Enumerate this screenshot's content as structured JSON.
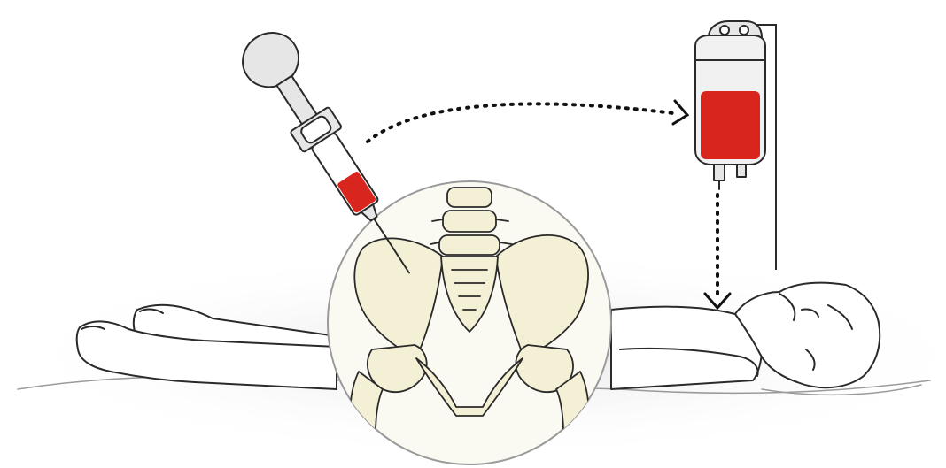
{
  "illustration": {
    "elements": [
      "patient-lying",
      "syringe",
      "pelvis-magnifier",
      "iv-bag",
      "iv-pole",
      "transfer-arrow",
      "infusion-arrow"
    ]
  },
  "colors": {
    "outline": "#2a2a2a",
    "blood": "#d8261f",
    "bone": "#f4f0d6",
    "magnifier_fill": "#fbfaf2",
    "shadow": "#e9e9e9",
    "device_fill": "#e6e6e6",
    "background": "#ffffff"
  },
  "syringe_fill_level": 0.45,
  "iv_bag_fill_level": 0.7
}
